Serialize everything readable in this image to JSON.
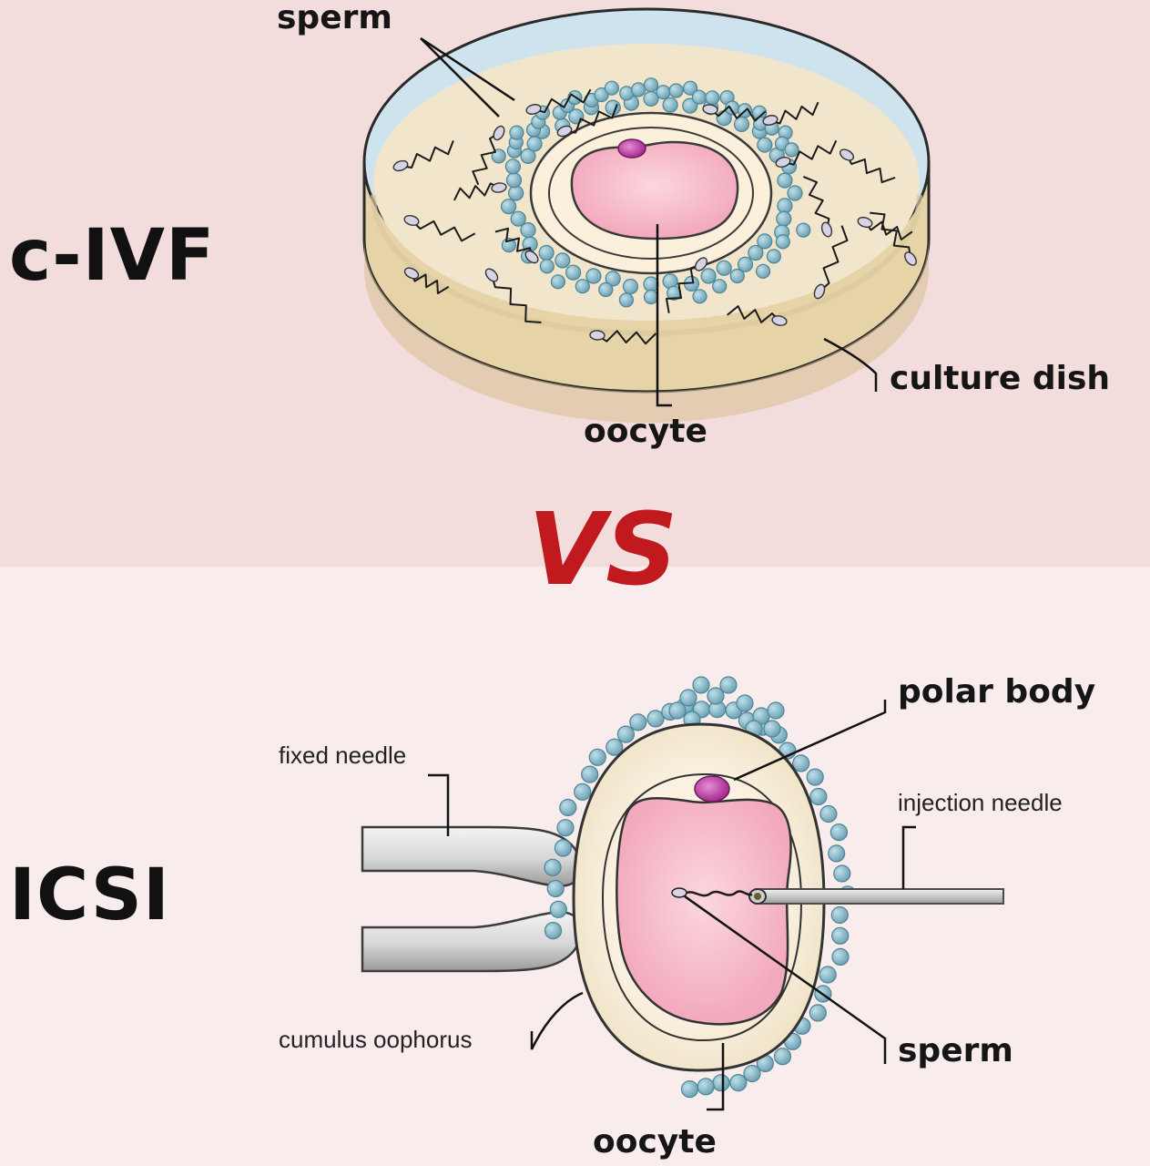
{
  "titles": {
    "top": "c-IVF",
    "bottom": "ICSI",
    "vs": "VS"
  },
  "top_labels": {
    "sperm": "sperm",
    "oocyte": "oocyte",
    "culture_dish": "culture dish"
  },
  "bottom_labels": {
    "polar_body": "polar body",
    "fixed_needle": "fixed needle",
    "injection_needle": "injection needle",
    "cumulus_oophorus": "cumulus oophorus",
    "sperm": "sperm",
    "oocyte": "oocyte"
  },
  "colors": {
    "top_background": "#f2dcdc",
    "bottom_background": "#f9ecec",
    "vs_red": "#c0191e",
    "dish_beige": "#eadcbc",
    "medium_blue": "#cfe3ee",
    "cumulus_blue": "#7fb0bf",
    "oocyte_pink": "#f5b8c8",
    "polar_body_magenta": "#c03fa6"
  }
}
